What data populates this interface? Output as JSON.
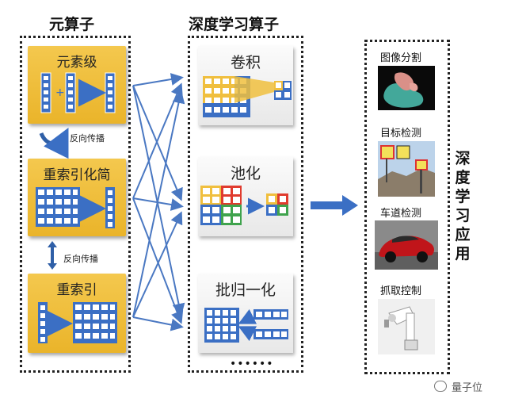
{
  "columns": {
    "meta_ops_title": "元算子",
    "dl_ops_title": "深度学习算子",
    "apps_title_vertical": "深度学习应用"
  },
  "meta_ops": [
    {
      "label": "元素级"
    },
    {
      "label": "重索引化简"
    },
    {
      "label": "重索引"
    }
  ],
  "backprop_notes": [
    "反向传播",
    "反向传播"
  ],
  "dl_ops": [
    {
      "label": "卷积"
    },
    {
      "label": "池化"
    },
    {
      "label": "批归一化"
    }
  ],
  "dl_ops_more": "••••••",
  "apps": [
    {
      "label": "图像分割",
      "icon": "segmentation-image-icon"
    },
    {
      "label": "目标检测",
      "icon": "traffic-signs-image-icon"
    },
    {
      "label": "车道检测",
      "icon": "red-car-image-icon"
    },
    {
      "label": "抓取控制",
      "icon": "robot-arm-image-icon"
    }
  ],
  "watermark": "量子位",
  "colors": {
    "blue": "#3b6fc4",
    "yellow": "#f0bf3e",
    "arrow": "#4a78c2",
    "red": "#e03b2e",
    "green": "#3fa34d"
  }
}
